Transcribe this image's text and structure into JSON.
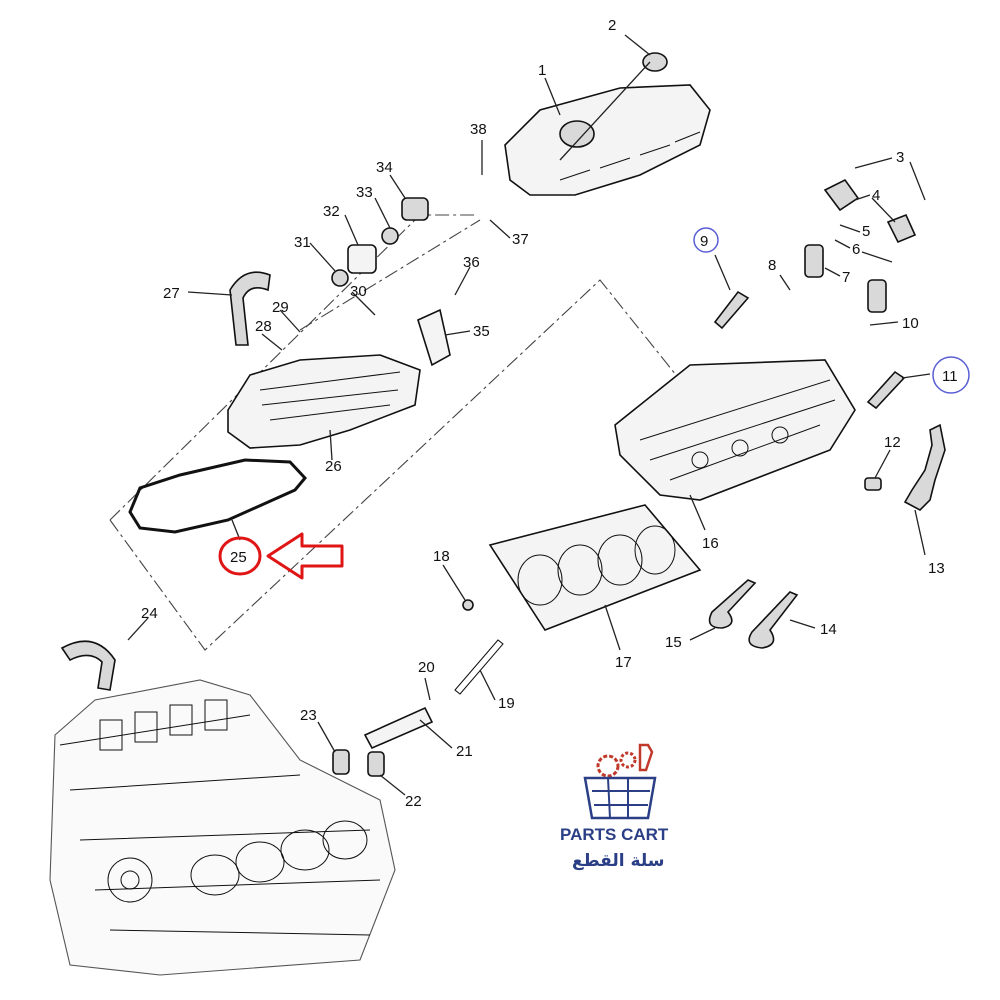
{
  "callouts": [
    "1",
    "2",
    "3",
    "4",
    "5",
    "6",
    "7",
    "8",
    "9",
    "10",
    "11",
    "12",
    "13",
    "14",
    "15",
    "16",
    "17",
    "18",
    "19",
    "20",
    "21",
    "22",
    "23",
    "24",
    "25",
    "26",
    "27",
    "28",
    "29",
    "30",
    "31",
    "32",
    "33",
    "34",
    "35",
    "36",
    "37",
    "38"
  ],
  "highlight": {
    "circled_blue": [
      "9",
      "11"
    ],
    "circled_red": "25",
    "blue": "#5a5fd6",
    "red": "#e01515"
  },
  "brand": {
    "name": "PARTS CART",
    "arabic": "سلة القطع",
    "color": "#2b3f86",
    "accent": "#c0392b",
    "logo_icon": "gear-wrench-basket-icon"
  }
}
